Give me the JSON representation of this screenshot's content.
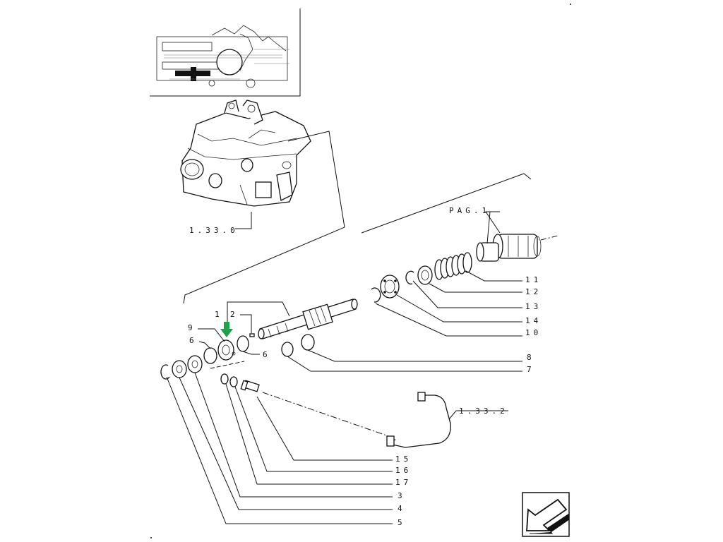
{
  "refs": {
    "overview_ref": "1.33.0",
    "pipe_ref": "1.33.2",
    "page_ref": "PAG.1"
  },
  "callouts": [
    {
      "id": "11",
      "text": "11"
    },
    {
      "id": "12",
      "text": "12"
    },
    {
      "id": "13",
      "text": "13"
    },
    {
      "id": "14",
      "text": "14"
    },
    {
      "id": "10",
      "text": "10"
    },
    {
      "id": "8",
      "text": "8"
    },
    {
      "id": "7",
      "text": "7"
    },
    {
      "id": "15",
      "text": "15"
    },
    {
      "id": "16",
      "text": "16"
    },
    {
      "id": "17",
      "text": "17"
    },
    {
      "id": "3",
      "text": "3"
    },
    {
      "id": "4",
      "text": "4"
    },
    {
      "id": "5",
      "text": "5"
    },
    {
      "id": "1",
      "text": "1"
    },
    {
      "id": "2",
      "text": "2"
    },
    {
      "id": "9",
      "text": "9"
    },
    {
      "id": "6a",
      "text": "6"
    },
    {
      "id": "6b",
      "text": "6"
    }
  ],
  "colors": {
    "ink": "#111111",
    "highlight_arrow": "#22a14b",
    "background": "#ffffff"
  },
  "icons": {
    "nav_arrow": "back-arrow-icon"
  }
}
